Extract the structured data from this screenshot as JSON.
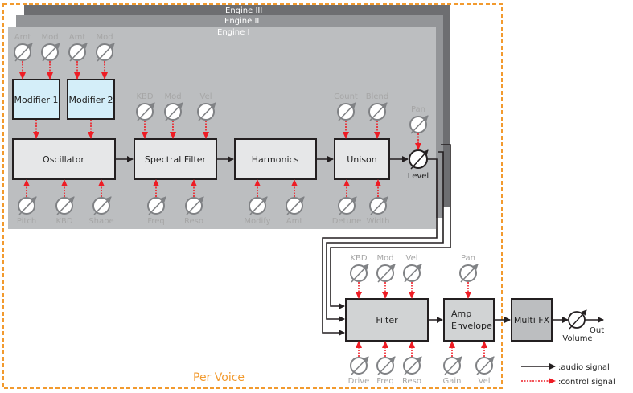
{
  "colors": {
    "per_voice_border": "#f29a2e",
    "engine3_bg": "#6d6e71",
    "engine2_bg": "#939598",
    "engine1_bg": "#bcbec0",
    "modifier_fill": "#d4eef9",
    "module_fill": "#e6e7e8",
    "post_module_fill": "#d1d3d4",
    "multifx_fill": "#bcbec0",
    "control_signal": "#ee1c24",
    "audio_signal": "#231f20",
    "knob_label": "#a6a6a6"
  },
  "engines": [
    {
      "id": "engine3",
      "label": "Engine III"
    },
    {
      "id": "engine2",
      "label": "Engine II"
    },
    {
      "id": "engine1",
      "label": "Engine I"
    }
  ],
  "modifiers": [
    {
      "id": "modifier1",
      "label": "Modifier 1",
      "knobs": [
        "Amt",
        "Mod"
      ]
    },
    {
      "id": "modifier2",
      "label": "Modifier 2",
      "knobs": [
        "Amt",
        "Mod"
      ]
    }
  ],
  "engine_modules": [
    {
      "id": "oscillator",
      "label": "Oscillator",
      "top_knobs": [],
      "bottom_knobs": [
        "Pitch",
        "KBD",
        "Shape"
      ]
    },
    {
      "id": "spectral-filter",
      "label": "Spectral Filter",
      "top_knobs": [
        "KBD",
        "Mod",
        "Vel"
      ],
      "bottom_knobs": [
        "Freq",
        "Reso"
      ]
    },
    {
      "id": "harmonics",
      "label": "Harmonics",
      "top_knobs": [],
      "bottom_knobs": [
        "Modify",
        "Amt"
      ]
    },
    {
      "id": "unison",
      "label": "Unison",
      "top_knobs": [
        "Count",
        "Blend"
      ],
      "bottom_knobs": [
        "Detune",
        "Width"
      ]
    }
  ],
  "level": {
    "label": "Level",
    "pan_label": "Pan"
  },
  "post_modules": [
    {
      "id": "filter",
      "label": "Filter",
      "top_knobs": [
        "KBD",
        "Mod",
        "Vel"
      ],
      "bottom_knobs": [
        "Drive",
        "Freq",
        "Reso"
      ]
    },
    {
      "id": "amp-envelope",
      "label_lines": [
        "Amp",
        "Envelope"
      ],
      "top_knobs": [
        "Pan"
      ],
      "bottom_knobs": [
        "Gain",
        "Vel"
      ]
    }
  ],
  "multifx": {
    "label": "Multi FX"
  },
  "volume": {
    "label": "Volume",
    "out_label": "Out"
  },
  "per_voice_label": "Per Voice",
  "legend": {
    "audio": ":audio signal",
    "control": ":control signal"
  }
}
